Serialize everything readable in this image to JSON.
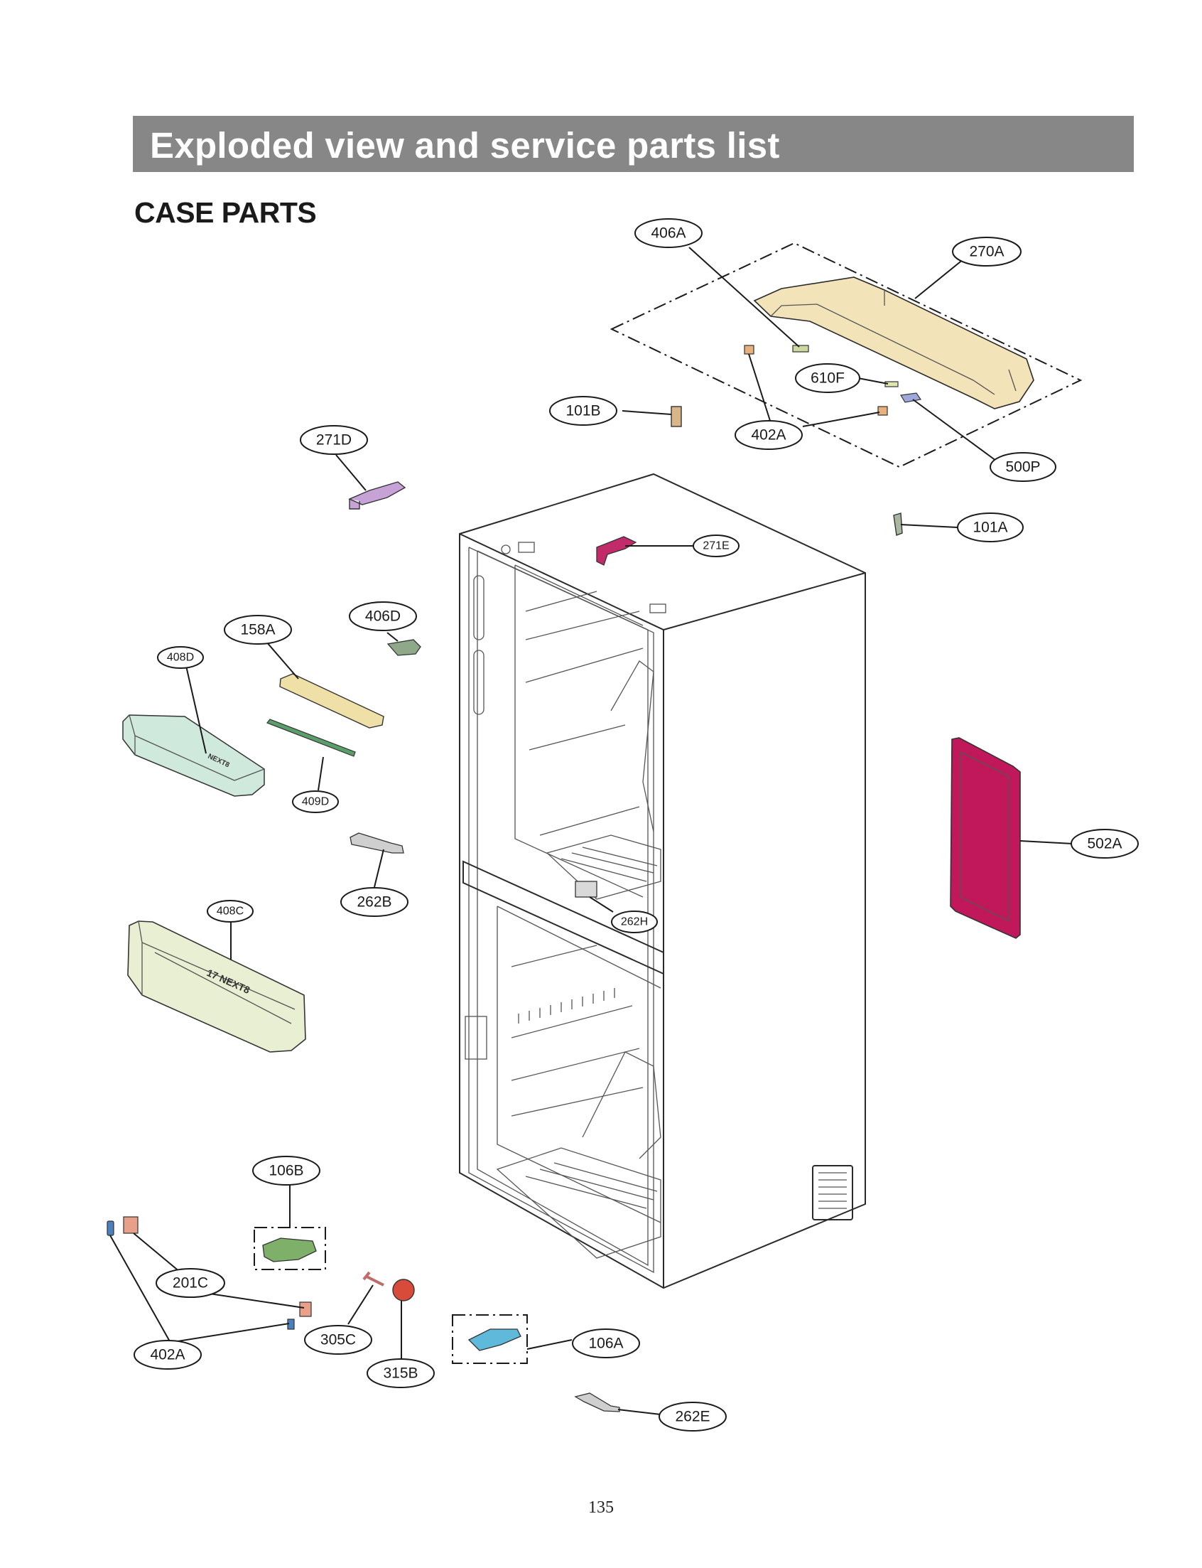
{
  "header": {
    "title": "Exploded view and service parts list"
  },
  "section": {
    "title": "CASE PARTS"
  },
  "callouts": {
    "c406A_top": "406A",
    "c270A": "270A",
    "c610F": "610F",
    "c101B": "101B",
    "c402A_top": "402A",
    "c500P": "500P",
    "c271D": "271D",
    "c101A": "101A",
    "c271E": "271E",
    "c406D": "406D",
    "c158A": "158A",
    "c408D": "408D",
    "c409D": "409D",
    "c502A": "502A",
    "c262B": "262B",
    "c262H": "262H",
    "c408C": "408C",
    "c106B": "106B",
    "c201C": "201C",
    "c305C": "305C",
    "c402A_bottom": "402A",
    "c315B": "315B",
    "c106A": "106A",
    "c262E": "262E"
  },
  "part_labels": {
    "bin_408C_print": "17 NEXT8",
    "bin_408D_print": "NEXT8"
  },
  "page": {
    "number": "135"
  },
  "colors": {
    "header_bar": "#878787",
    "part_270A": "#f3e3b8",
    "part_502A": "#c0185a",
    "part_408D": "#cfe9dc",
    "part_408C": "#e9efd2",
    "part_158A": "#efe0a8",
    "part_409D": "#5a9e6a",
    "part_106A": "#5fb9da",
    "part_106B": "#7fb06a",
    "part_315B": "#d84a3a",
    "part_271E": "#c22a6a",
    "part_201C": "#e8a08a",
    "part_402A": "#4a7fc0"
  }
}
